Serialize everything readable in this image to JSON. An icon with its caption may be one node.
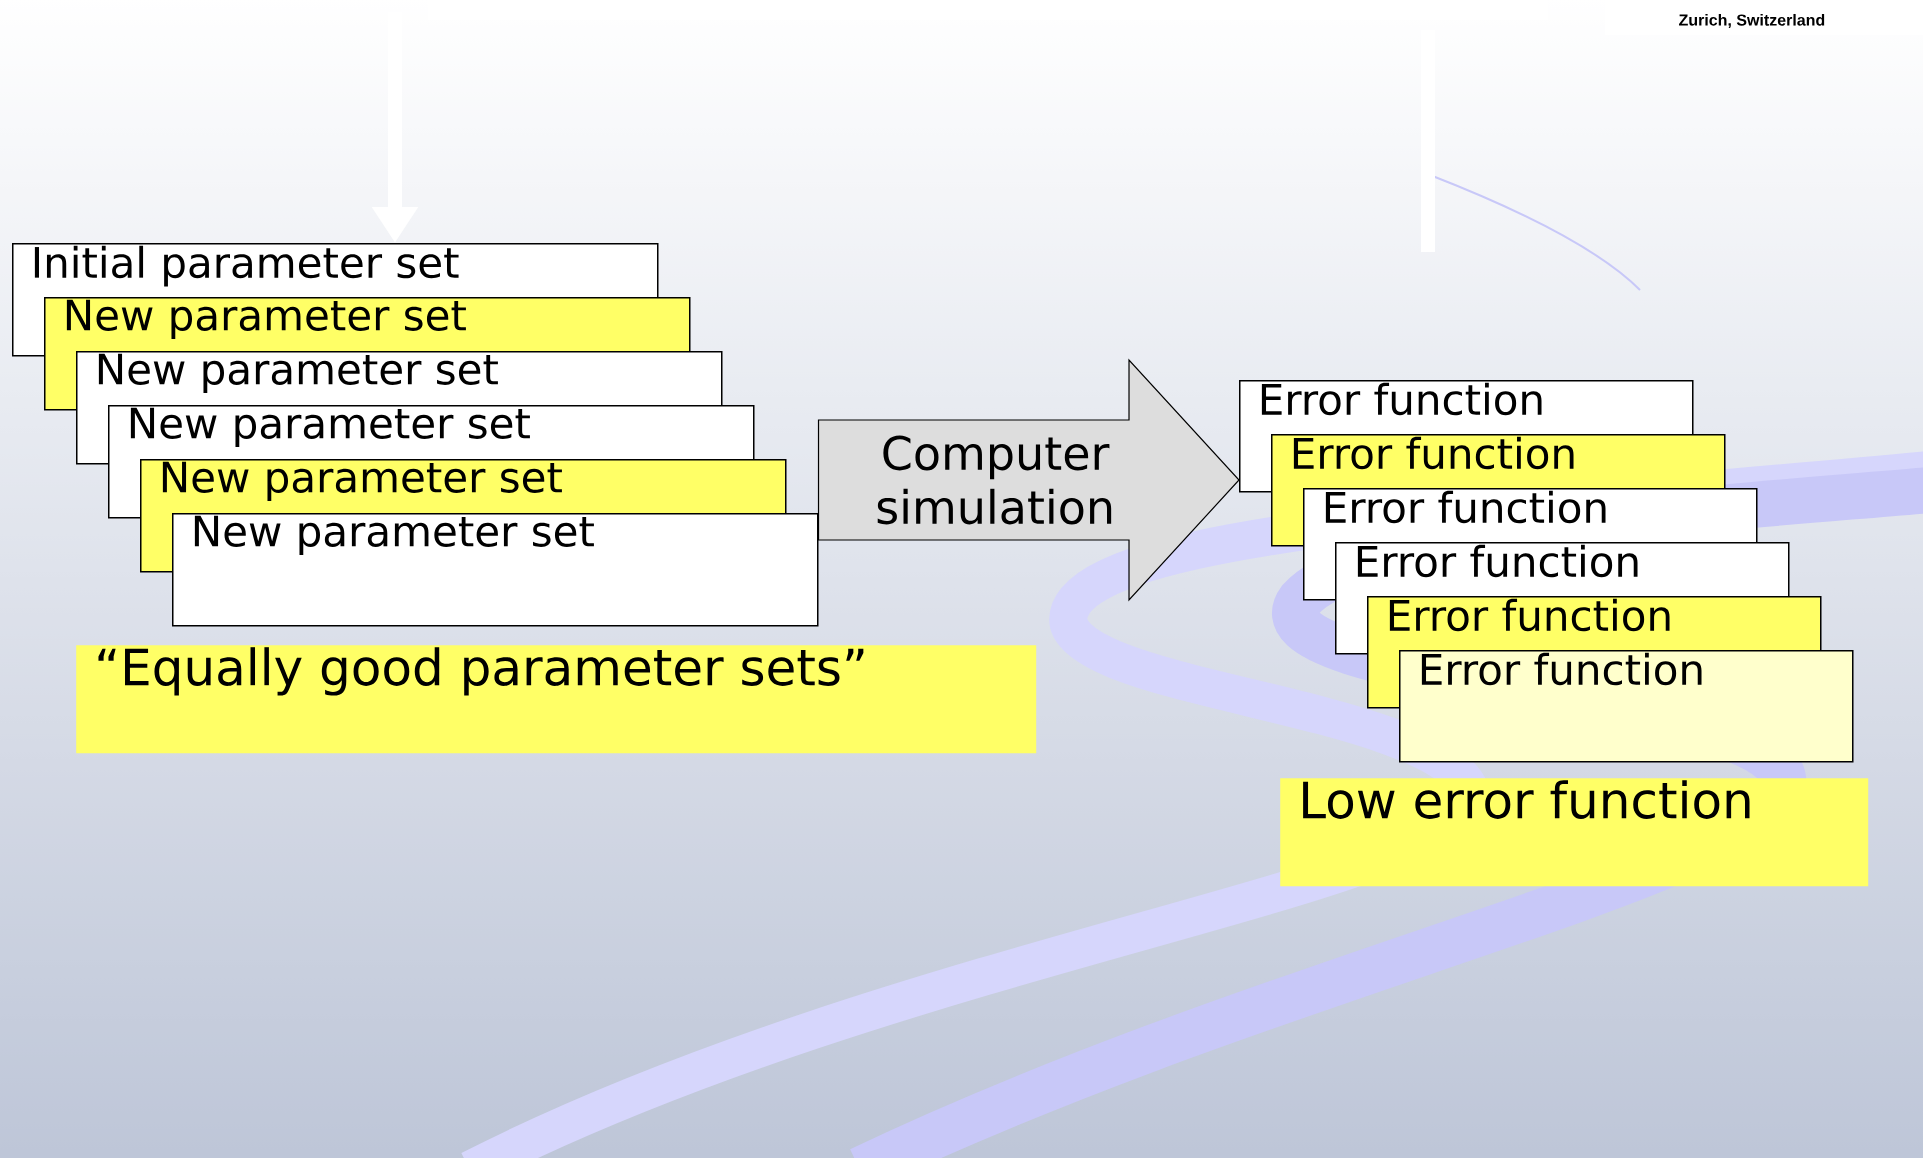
{
  "diagram": {
    "nodes": [
      {
        "text": [
          "Initial parameter set"
        ]
      },
      {
        "text": [
          "New parameter set"
        ]
      },
      {
        "text": [
          "New parameter set"
        ]
      },
      {
        "text": [
          "New parameter set"
        ]
      },
      {
        "text": [
          "New parameter set"
        ]
      },
      {
        "text": [
          "New parameter set"
        ]
      },
      {
        "text": [
          "Error function"
        ]
      },
      {
        "text": [
          "Error function"
        ]
      },
      {
        "text": [
          "Error function"
        ]
      },
      {
        "text": [
          "Error function"
        ]
      },
      {
        "text": [
          "Error function"
        ]
      },
      {
        "text": [
          "Error function"
        ]
      },
      {
        "text": [
          "“Equally good parameter sets”"
        ]
      },
      {
        "text": [
          "Low error function"
        ]
      }
    ],
    "edges": [
      {
        "from": null,
        "to": 0,
        "arrow": "to",
        "color": "#ffffff"
      },
      {
        "from": 5,
        "to": 6,
        "arrow": "to",
        "label": "Computer simulation"
      }
    ],
    "labels": [
      "Zurich, Switzerland"
    ]
  }
}
